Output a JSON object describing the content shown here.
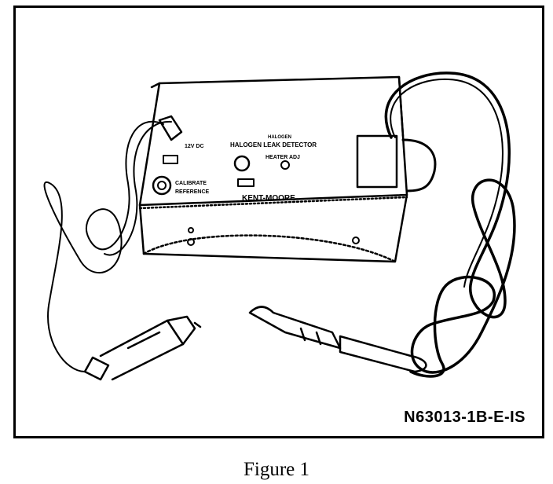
{
  "figure": {
    "code": "N63013-1B-E-IS",
    "caption": "Figure 1"
  },
  "device": {
    "voltage_label": "12V DC",
    "title_small": "HALOGEN",
    "title": "HALOGEN LEAK DETECTOR",
    "heater_label": "HEATER ADJ",
    "calibrate_label_1": "CALIBRATE",
    "calibrate_label_2": "REFERENCE",
    "brand": "KENT-MOORE"
  },
  "colors": {
    "ink": "#000000",
    "paper": "#ffffff"
  }
}
